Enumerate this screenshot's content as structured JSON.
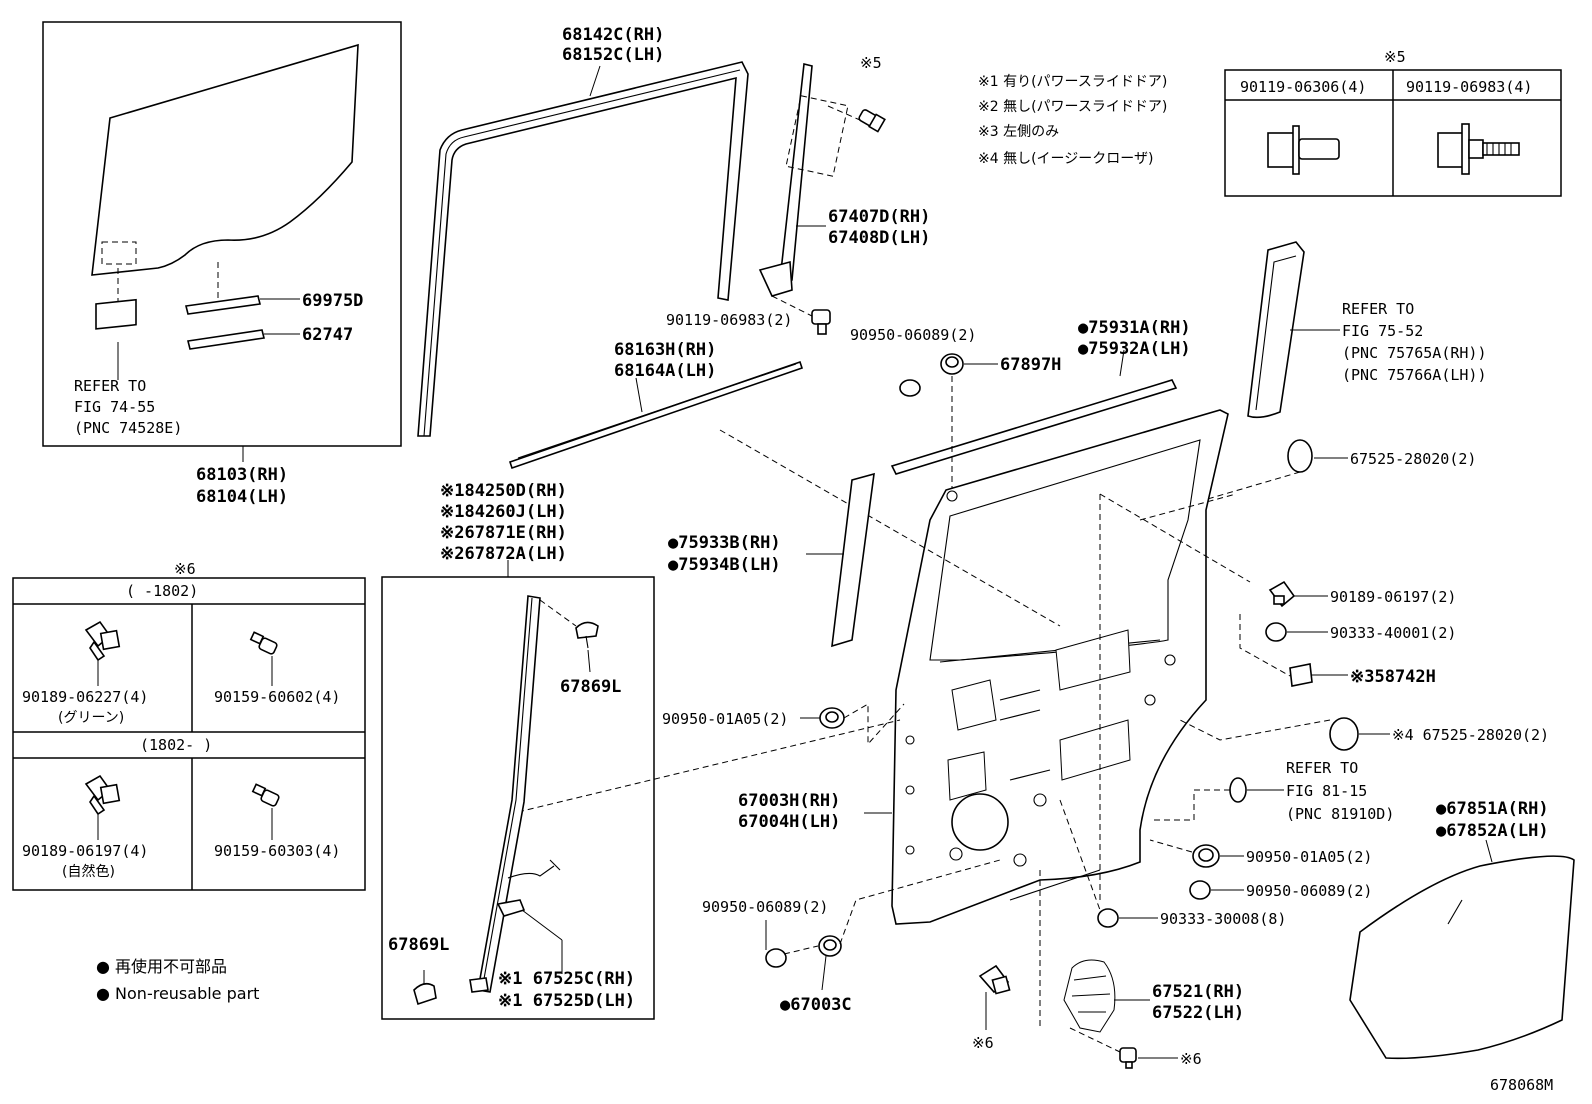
{
  "top_notes": [
    "※1 有り(パワースライドドア)",
    "※2 無し(パワースライドドア)",
    "※3 左側のみ",
    "※4 無し(イージークローザ)"
  ],
  "ref5_table": {
    "title": "※5",
    "col1": "90119-06306(4)",
    "col2": "90119-06983(4)"
  },
  "ref6_table": {
    "title": "※6",
    "row1_header": "(      -1802)",
    "row2_header": "(1802-      )",
    "r1c1_pn": "90189-06227(4)",
    "r1c1_sub": "(グリーン)",
    "r1c2_pn": "90159-60602(4)",
    "r2c1_pn": "90189-06197(4)",
    "r2c1_sub": "(自然色)",
    "r2c2_pn": "90159-60303(4)"
  },
  "legend": {
    "line1": "● 再使用不可部品",
    "line2": "● Non-reusable part"
  },
  "glass_box": {
    "pn_69975D": "69975D",
    "pn_62747": "62747",
    "ref_line1": "REFER TO",
    "ref_line2": "FIG 74-55",
    "ref_line3": "(PNC 74528E)",
    "pn_rh": "68103(RH)",
    "pn_lh": "68104(LH)"
  },
  "labels": {
    "run_rh": "68142C(RH)",
    "run_lh": "68152C(LH)",
    "x5_top": "※5",
    "chan_rh": "67407D(RH)",
    "chan_lh": "67408D(LH)",
    "bolt_top": "90119-06983(2)",
    "belt_rh": "68163H(RH)",
    "belt_lh": "68164A(LH)",
    "plug1": "90950-06089(2)",
    "grommet1": "67897H",
    "mold_rh": "●75931A(RH)",
    "mold_lh": "●75932A(LH)",
    "refer_line1": "REFER TO",
    "refer_line2": "FIG 75-52",
    "refer_line3": "(PNC 75765A(RH))",
    "refer_line4": "(PNC 75766A(LH))",
    "hole1": "67525-28020(2)",
    "sw_rh": "※184250D(RH)",
    "sw_lh": "※184260J(LH)",
    "sw2_rh": "※267871E(RH)",
    "sw2_lh": "※267872A(LH)",
    "pillar_rh": "●75933B(RH)",
    "pillar_lh": "●75934B(LH)",
    "clip1": "90189-06197(2)",
    "plug2": "90333-40001(2)",
    "cover": "※358742H",
    "clip_l1": "67869L",
    "grommet2": "90950-01A05(2)",
    "hole2": "※4 67525-28020(2)",
    "ref81_line1": "REFER TO",
    "ref81_line2": "FIG 81-15",
    "ref81_line3": "(PNC 81910D)",
    "panel_rh": "67003H(RH)",
    "panel_lh": "67004H(LH)",
    "seal_rh": "●67851A(RH)",
    "seal_lh": "●67852A(LH)",
    "grommet3": "90950-01A05(2)",
    "plug3": "90950-06089(2)",
    "plug4": "90950-06089(2)",
    "plug5": "90333-30008(8)",
    "clip_l2": "67869L",
    "cushion_rh": "※1 67525C(RH)",
    "cushion_lh": "※1 67525D(LH)",
    "hole_cover": "●67003C",
    "x6_a": "※6",
    "x6_b": "※6",
    "shield_rh": "67521(RH)",
    "shield_lh": "67522(LH)",
    "diagram_id": "678068M"
  }
}
